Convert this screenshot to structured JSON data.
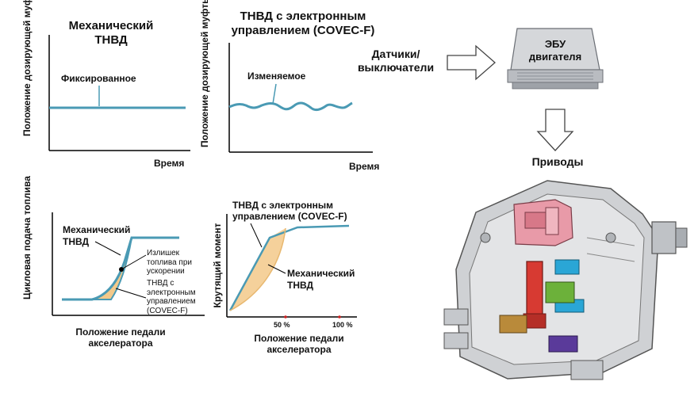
{
  "chart1": {
    "title": "Механический ТНВД",
    "ylabel": "Положение дозирующей муфты",
    "xlabel": "Время",
    "annotation": "Фиксированное"
  },
  "chart2": {
    "title": "ТНВД с электронным управлением (COVEC-F)",
    "ylabel": "Положение дозирующей муфты",
    "xlabel": "Время",
    "annotation": "Изменяемое"
  },
  "chart3": {
    "ylabel": "Цикловая подача топлива",
    "xlabel": "Положение педали акселератора",
    "label_mech": "Механический ТНВД",
    "label_excess": "Излишек топлива при ускорении",
    "label_elec": "ТНВД с электронным управлением (COVEC-F)"
  },
  "chart4": {
    "ylabel": "Крутящий момент",
    "xlabel": "Положение педали акселератора",
    "label_elec": "ТНВД с электронным управлением (COVEC-F)",
    "label_mech": "Механический ТНВД",
    "tick_50": "50 %",
    "tick_100": "100 %"
  },
  "flow": {
    "sensors": "Датчики/ выключатели",
    "ecu": "ЭБУ двигателя",
    "actuators": "Приводы"
  },
  "colors": {
    "curve": "#4a9ab4",
    "fill": "#f3c98a",
    "axis": "#000000",
    "tick_dot": "#cc2222"
  }
}
